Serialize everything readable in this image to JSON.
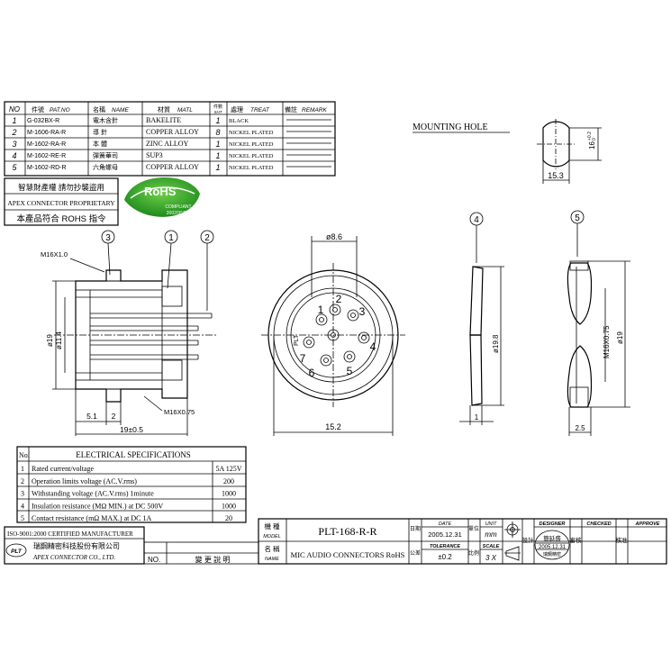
{
  "bom": {
    "headers": {
      "no": "NO",
      "part_no_cn": "件號",
      "part_no_en": "PAT.NO",
      "name_cn": "名稱",
      "name_en": "NAME",
      "matl_cn": "材質",
      "matl_en": "MATL",
      "qty_cn": "件數",
      "qty_en": "SHT",
      "treat_cn": "處理",
      "treat_en": "TREAT",
      "remark_cn": "備註",
      "remark_en": "REMARK"
    },
    "rows": [
      {
        "no": "1",
        "part": "G-032BX-R",
        "name": "電木含針",
        "matl": "BAKELITE",
        "qty": "1",
        "treat": "BLACK"
      },
      {
        "no": "2",
        "part": "M-1606-RA-R",
        "name": "導 針",
        "matl": "COPPER ALLOY",
        "qty": "8",
        "treat": "NICKEL PLATED"
      },
      {
        "no": "3",
        "part": "M-1602-RA-R",
        "name": "本 體",
        "matl": "ZINC ALLOY",
        "qty": "1",
        "treat": "NICKEL PLATED"
      },
      {
        "no": "4",
        "part": "M-1602-RE-R",
        "name": "彈簧華司",
        "matl": "SUP3",
        "qty": "1",
        "treat": "NICKEL PLATED"
      },
      {
        "no": "5",
        "part": "M-1602-RD-R",
        "name": "六角螺母",
        "matl": "COPPER ALLOY",
        "qty": "1",
        "treat": "NICKEL PLATED"
      }
    ]
  },
  "notices": {
    "ip_cn": "智慧財產權 請勿抄襲盜用",
    "ip_en": "APEX CONNECTOR PROPRIETARY",
    "rohs_cn": "本產品符合 ROHS 指令"
  },
  "rohs_logo": {
    "title": "RoHS",
    "line1": "COMPLIANT",
    "line2": "2002/95/EC"
  },
  "mounting": {
    "title": "MOUNTING HOLE",
    "width": "15.3",
    "height": "16",
    "tol": "+0.2",
    "tol2": "0"
  },
  "side_view": {
    "callout_3": "3",
    "callout_1": "1",
    "callout_2": "2",
    "thread": "M16X1.0",
    "dia_inner": "ø11.4",
    "dia_outer": "ø19",
    "thread2": "M16X0.75",
    "dim_51": "5.1",
    "dim_2": "2",
    "dim_19": "19±0.5"
  },
  "front_view": {
    "dia": "ø8.6",
    "width": "15.2",
    "brand": "PLT",
    "pins": [
      "1",
      "2",
      "3",
      "4",
      "5",
      "6",
      "7"
    ]
  },
  "washer": {
    "callout": "4",
    "dia": "ø19.8",
    "thickness": "1"
  },
  "nut": {
    "callout": "5",
    "thread": "M16X0.75",
    "dia": "ø19",
    "thickness": "2.5"
  },
  "electrical": {
    "header_no": "No.",
    "header": "ELECTRICAL SPECIFICATIONS",
    "rows": [
      {
        "no": "1",
        "label": "Rated current/voltage",
        "value": "5A 125V"
      },
      {
        "no": "2",
        "label": "Operation limits voltage (AC.V.rms)",
        "value": "200"
      },
      {
        "no": "3",
        "label": "Withstanding voltage (AC.V.rms) 1minute",
        "value": "1000"
      },
      {
        "no": "4",
        "label": "Insulation resistance (MΩ MIN.) at DC 500V",
        "value": "1000"
      },
      {
        "no": "5",
        "label": "Contact resistance (mΩ MAX.) at DC 1A",
        "value": "20"
      }
    ]
  },
  "title_block": {
    "iso": "ISO-9001:2000 CERTIFIED MANUFACTURER",
    "company_cn": "瑞鋼精密科技股份有限公司",
    "company_en": "APEX CONNECTOR CO., LTD.",
    "logo": "PLT",
    "rev_no": "NO.",
    "rev_desc": "變 更 說 明",
    "model_label_cn": "機 種",
    "model_label_en": "MODEL",
    "model": "PLT-168-R-R",
    "name_label_cn": "名 稱",
    "name_label_en": "NAME",
    "name": "MIC AUDIO CONNECTORS RoHS",
    "date_label_cn": "日期",
    "date_label": "DATE",
    "date": "2005.12.31",
    "tol_label_cn": "公差",
    "tol_label": "TOLERANCE",
    "tol": "±0.2",
    "unit_label_cn": "單位",
    "unit_label": "UNIT",
    "unit": "mm",
    "scale_label_cn": "比例",
    "scale_label": "SCALE",
    "scale": "3 X",
    "design_cn": "設計",
    "designer_label": "DESIGNER",
    "stamp_name": "簡延盛",
    "stamp_date": "2005.12.31",
    "stamp_co": "瑞鋼精密",
    "check_cn": "審核",
    "checked_label": "CHECKED",
    "approve_cn": "核准",
    "approve_label": "APPROVE"
  }
}
